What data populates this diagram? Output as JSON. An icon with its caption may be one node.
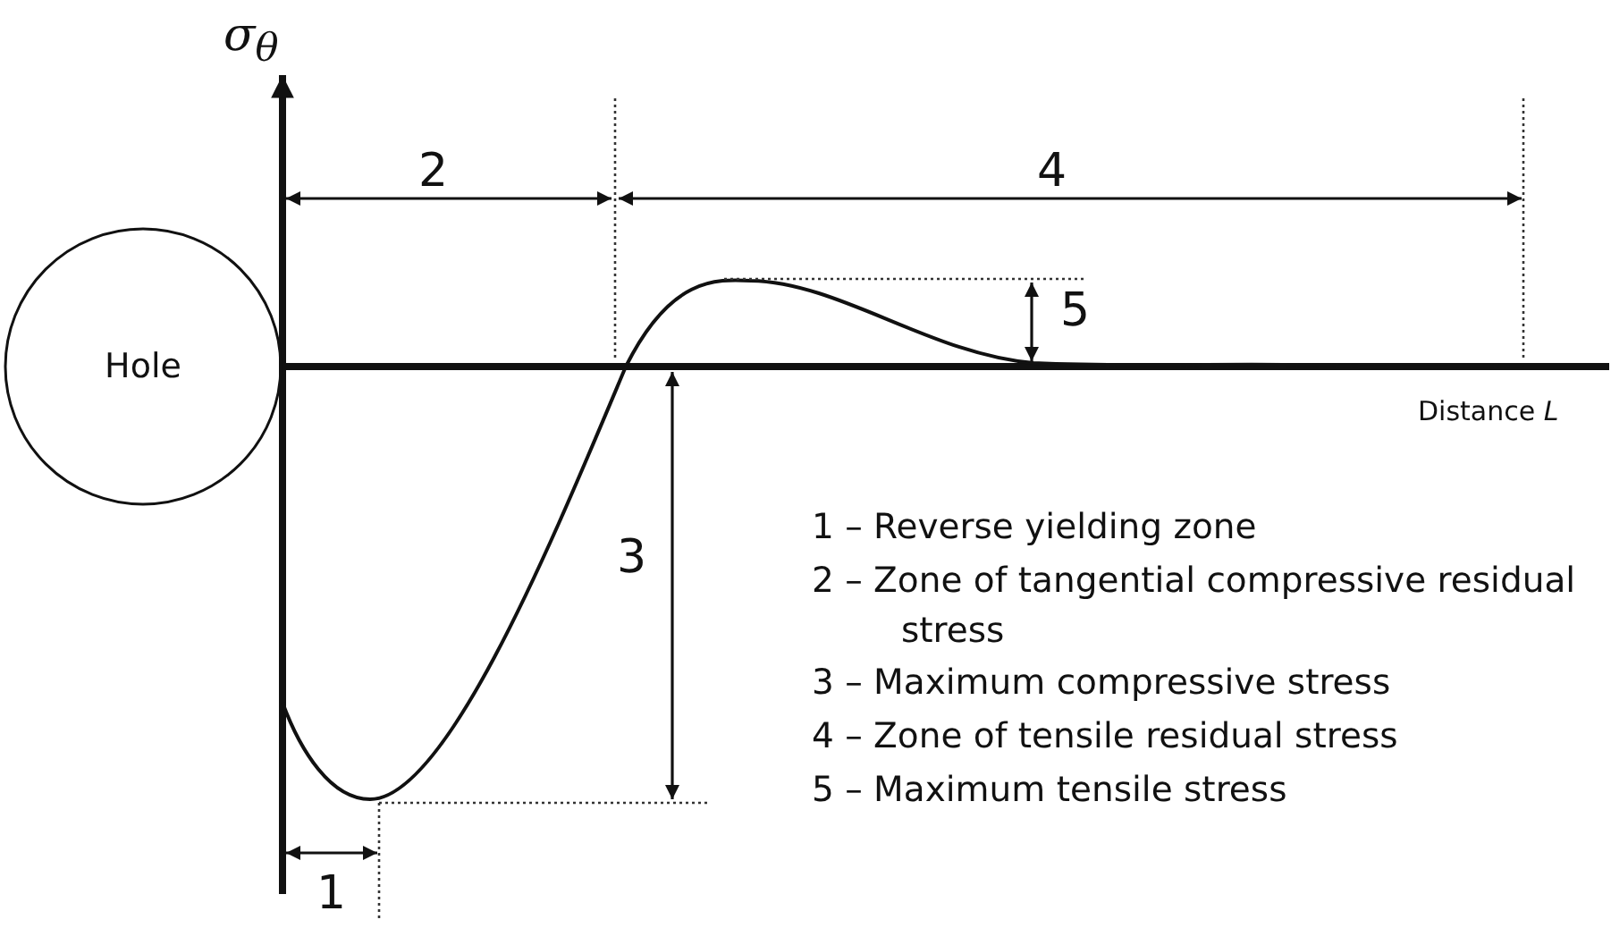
{
  "diagram": {
    "nodes": [
      {
        "text": [
          "Hole"
        ]
      }
    ],
    "labels": [
      "σ$_{θ}$",
      "2",
      "4",
      "5",
      "Distance *L*",
      "3",
      "1 – Reverse yielding zone",
      "2 – Zone of tangential compressive residual stress",
      "3 – Maximum compressive stress",
      "4 – Zone of tensile residual stress",
      "5 – Maximum tensile stress",
      "1"
    ]
  }
}
